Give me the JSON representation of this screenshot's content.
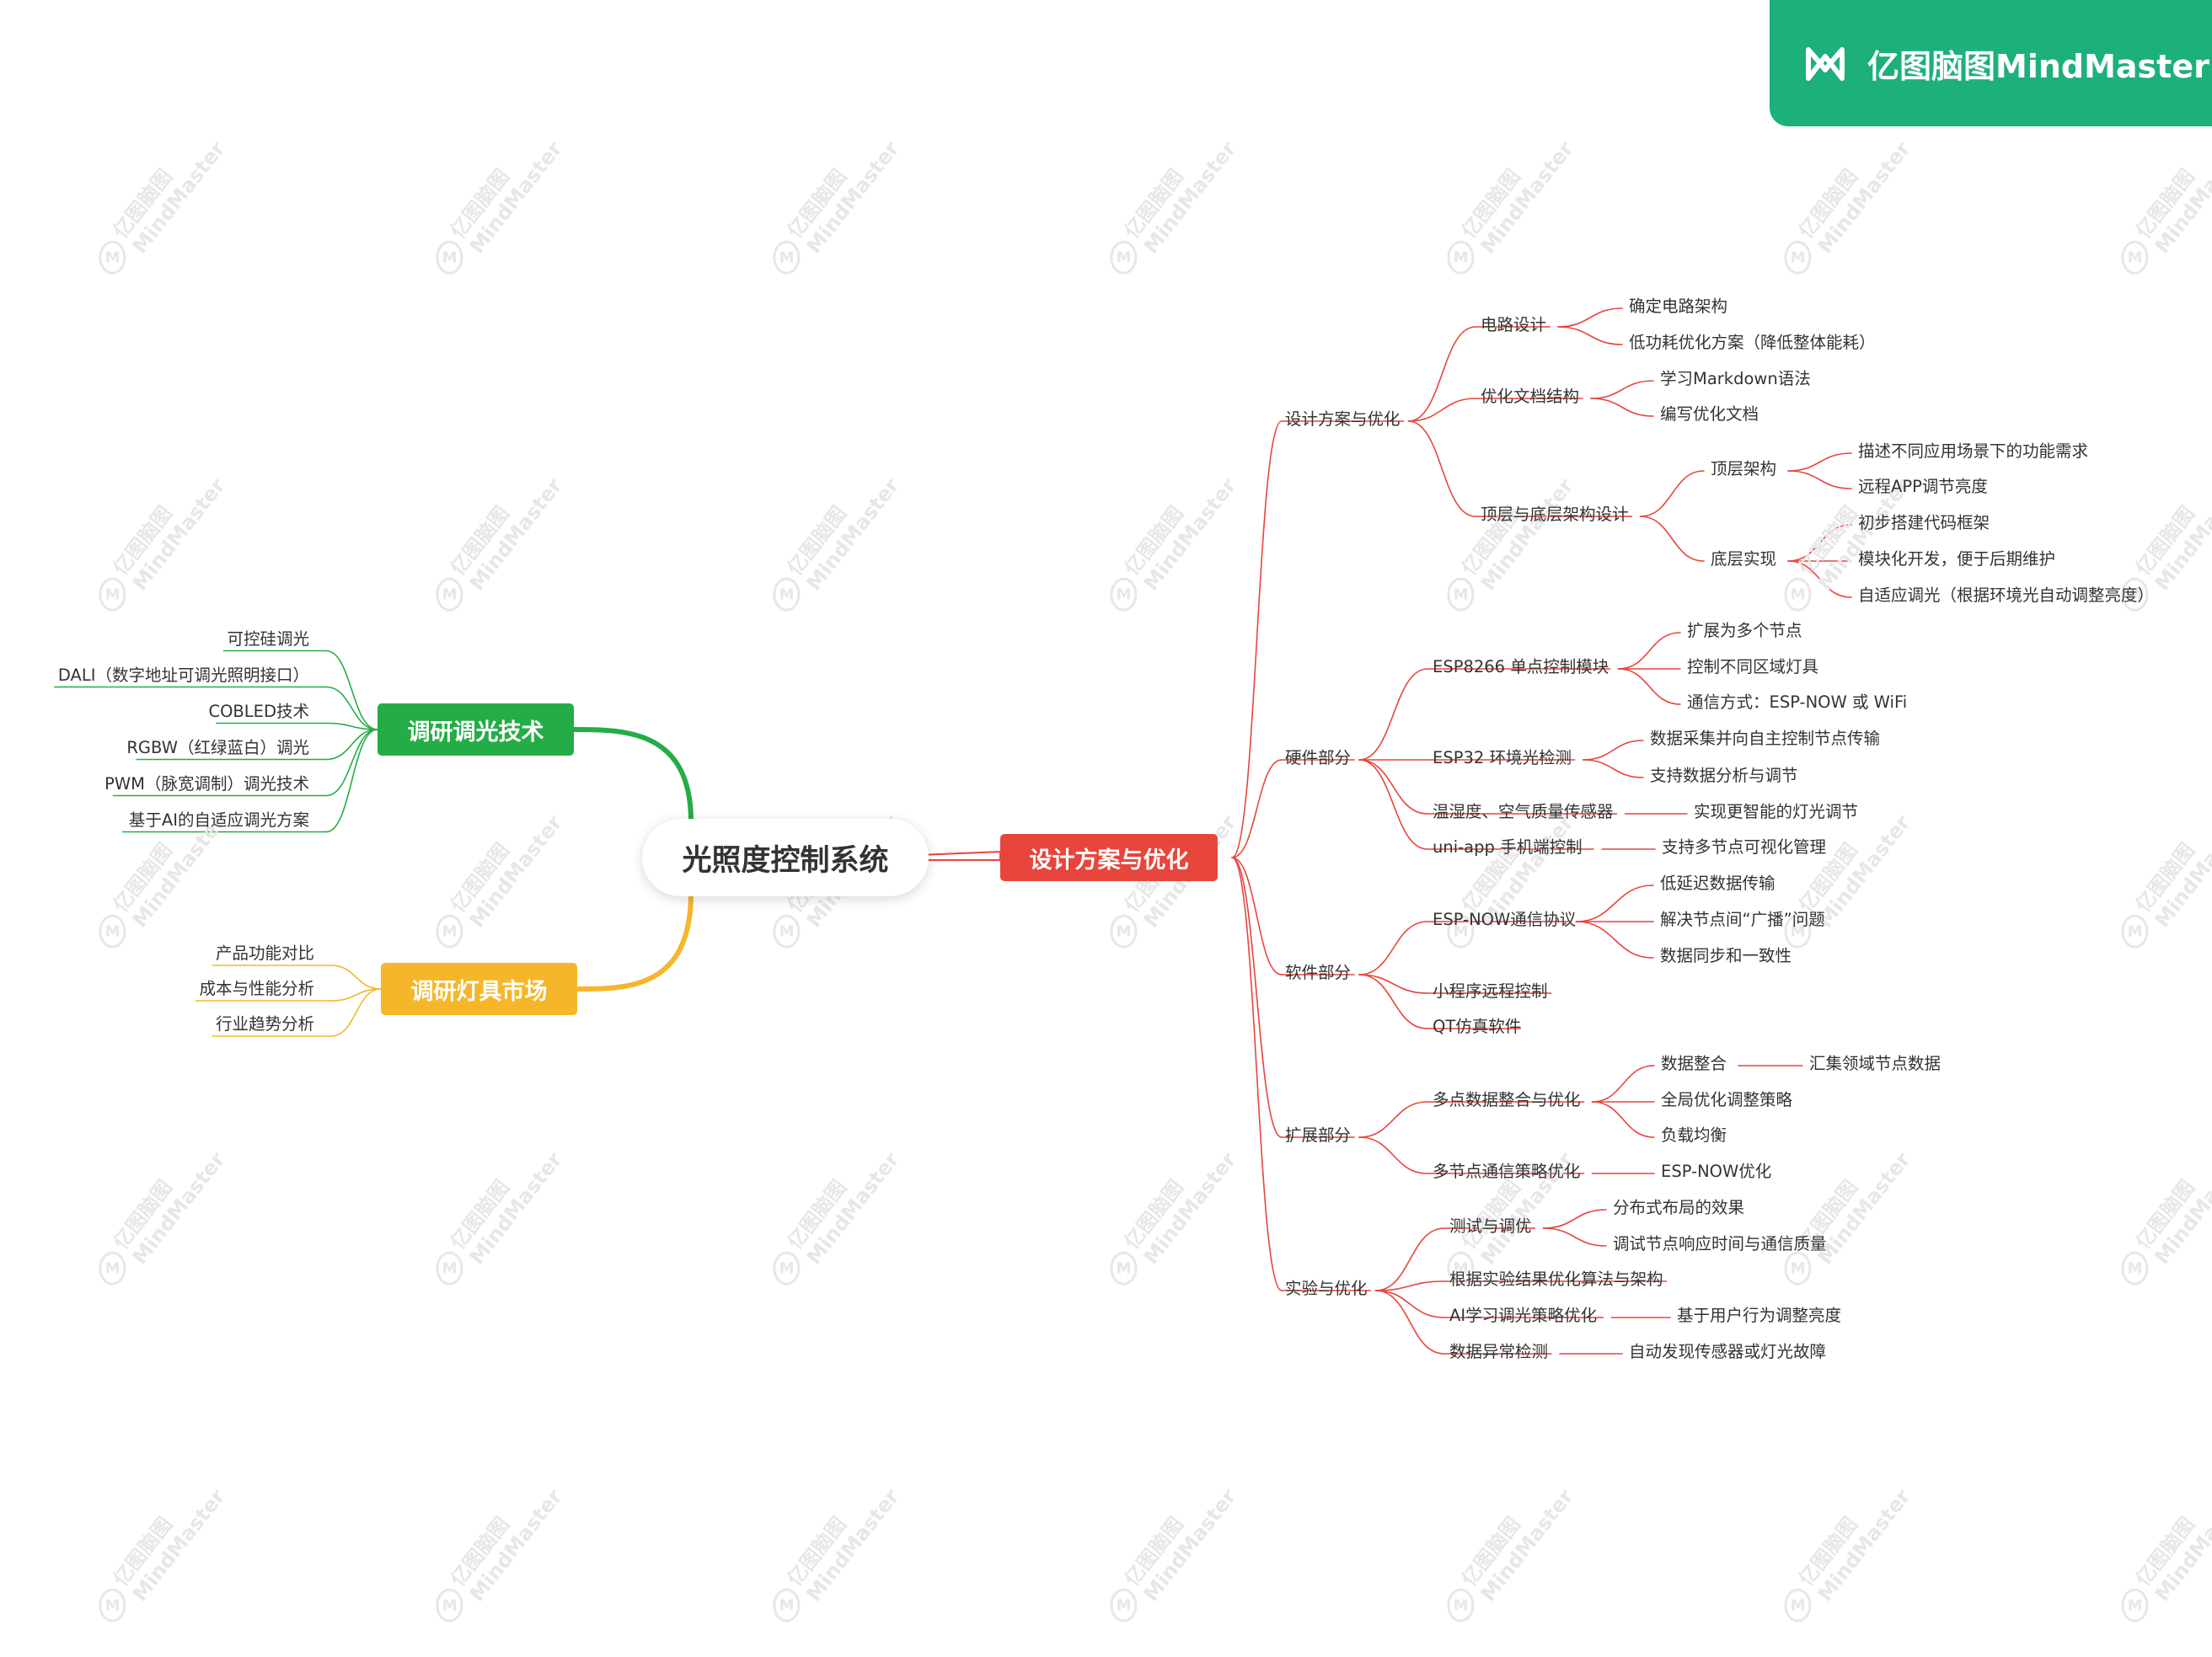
{
  "brand": {
    "text": "亿图脑图MindMaster",
    "color": "#1db07b"
  },
  "watermark_text": "亿图脑图MindMaster",
  "colors": {
    "red": "#e8453c",
    "green": "#24ad46",
    "yellow": "#f5b62a",
    "text": "#333333"
  },
  "central": "光照度控制系统",
  "left_branches": [
    {
      "label": "调研调光技术",
      "color": "#24ad46",
      "children": [
        "可控硅调光",
        "DALI（数字地址可调光照明接口）",
        "COBLED技术",
        "RGBW（红绿蓝白）调光",
        "PWM（脉宽调制）调光技术",
        "基于AI的自适应调光方案"
      ]
    },
    {
      "label": "调研灯具市场",
      "color": "#f5b62a",
      "children": [
        "产品功能对比",
        "成本与性能分析",
        "行业趋势分析"
      ]
    }
  ],
  "right_branch": {
    "label": "设计方案与优化",
    "color": "#e8453c",
    "children": [
      {
        "label": "设计方案与优化",
        "children": [
          {
            "label": "电路设计",
            "children": [
              {
                "label": "确定电路架构"
              },
              {
                "label": "低功耗优化方案（降低整体能耗）"
              }
            ]
          },
          {
            "label": "优化文档结构",
            "children": [
              {
                "label": "学习Markdown语法"
              },
              {
                "label": "编写优化文档"
              }
            ]
          },
          {
            "label": "顶层与底层架构设计",
            "children": [
              {
                "label": "顶层架构",
                "children": [
                  {
                    "label": "描述不同应用场景下的功能需求"
                  },
                  {
                    "label": "远程APP调节亮度"
                  }
                ]
              },
              {
                "label": "底层实现",
                "children": [
                  {
                    "label": "初步搭建代码框架"
                  },
                  {
                    "label": "模块化开发，便于后期维护"
                  },
                  {
                    "label": "自适应调光（根据环境光自动调整亮度）"
                  }
                ]
              }
            ]
          }
        ]
      },
      {
        "label": "硬件部分",
        "children": [
          {
            "label": "ESP8266 单点控制模块",
            "children": [
              {
                "label": "扩展为多个节点"
              },
              {
                "label": "控制不同区域灯具"
              },
              {
                "label": "通信方式：ESP-NOW 或 WiFi"
              }
            ]
          },
          {
            "label": "ESP32 环境光检测",
            "children": [
              {
                "label": "数据采集并向自主控制节点传输"
              },
              {
                "label": "支持数据分析与调节"
              }
            ]
          },
          {
            "label": "温湿度、空气质量传感器",
            "children": [
              {
                "label": "实现更智能的灯光调节"
              }
            ]
          },
          {
            "label": "uni-app 手机端控制",
            "children": [
              {
                "label": "支持多节点可视化管理"
              }
            ]
          }
        ]
      },
      {
        "label": "软件部分",
        "children": [
          {
            "label": "ESP-NOW通信协议",
            "children": [
              {
                "label": "低延迟数据传输"
              },
              {
                "label": "解决节点间“广播”问题"
              },
              {
                "label": "数据同步和一致性"
              }
            ]
          },
          {
            "label": "小程序远程控制"
          },
          {
            "label": "QT仿真软件"
          }
        ]
      },
      {
        "label": "扩展部分",
        "children": [
          {
            "label": "多点数据整合与优化",
            "children": [
              {
                "label": "数据整合",
                "children": [
                  {
                    "label": "汇集领域节点数据"
                  }
                ]
              },
              {
                "label": "全局优化调整策略"
              },
              {
                "label": "负载均衡"
              }
            ]
          },
          {
            "label": "多节点通信策略优化",
            "children": [
              {
                "label": "ESP-NOW优化"
              }
            ]
          }
        ]
      },
      {
        "label": "实验与优化",
        "children": [
          {
            "label": "测试与调优",
            "children": [
              {
                "label": "分布式布局的效果"
              },
              {
                "label": "调试节点响应时间与通信质量"
              }
            ]
          },
          {
            "label": "根据实验结果优化算法与架构"
          },
          {
            "label": "AI学习调光策略优化",
            "children": [
              {
                "label": "基于用户行为调整亮度"
              }
            ]
          },
          {
            "label": "数据异常检测",
            "children": [
              {
                "label": "自动发现传感器或灯光故障"
              }
            ]
          }
        ]
      }
    ]
  }
}
